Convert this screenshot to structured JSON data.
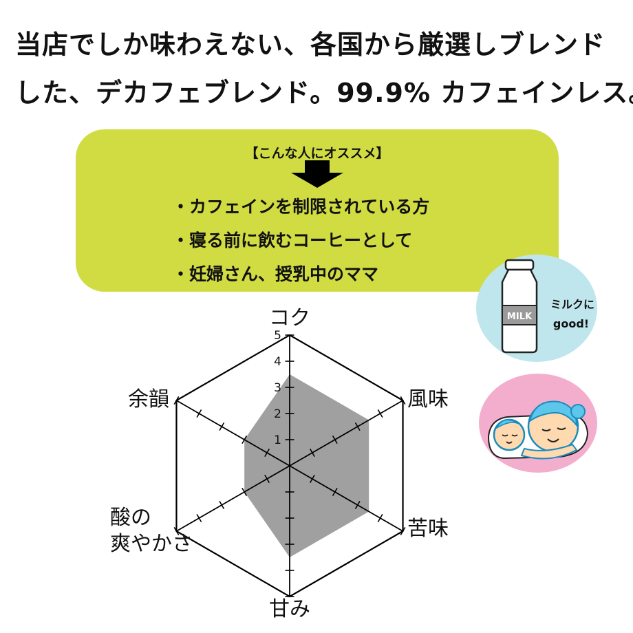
{
  "headline": {
    "line1": "当店でしか味わえない、各国から厳選しブレンド",
    "line2": "した、デカフェブレンド。99.9% カフェインレス。"
  },
  "recommend": {
    "title": "【こんな人にオススメ】",
    "items": [
      "・カフェインを制限されている方",
      "・寝る前に飲むコーヒーとして",
      "・妊婦さん、授乳中のママ"
    ]
  },
  "badges": {
    "milk": {
      "label": "ミルクに",
      "label2": "good!",
      "carton_text": "MILK",
      "icon": "milk-bottle-icon",
      "bg_color": "#bfe6ec"
    },
    "baby": {
      "icon": "mother-baby-icon",
      "bg_color": "#f4aecd"
    }
  },
  "chart_data": {
    "type": "radar",
    "axes": [
      "コク",
      "風味",
      "苦味",
      "甘み",
      "酸の爽やかさ",
      "余韻"
    ],
    "axis_label_lines": [
      [
        "コク"
      ],
      [
        "風味"
      ],
      [
        "苦味"
      ],
      [
        "甘み"
      ],
      [
        "酸の",
        "爽やかさ"
      ],
      [
        "余韻"
      ]
    ],
    "values": [
      3.5,
      3.5,
      3.5,
      3.5,
      2.0,
      2.0
    ],
    "range": [
      0,
      5
    ],
    "tick_labels": [
      "1",
      "2",
      "3",
      "4",
      "5"
    ],
    "fill_color": "#a0a0a0",
    "line_color": "#000000"
  },
  "colors": {
    "accent": "#d1dc43",
    "text": "#111111"
  }
}
